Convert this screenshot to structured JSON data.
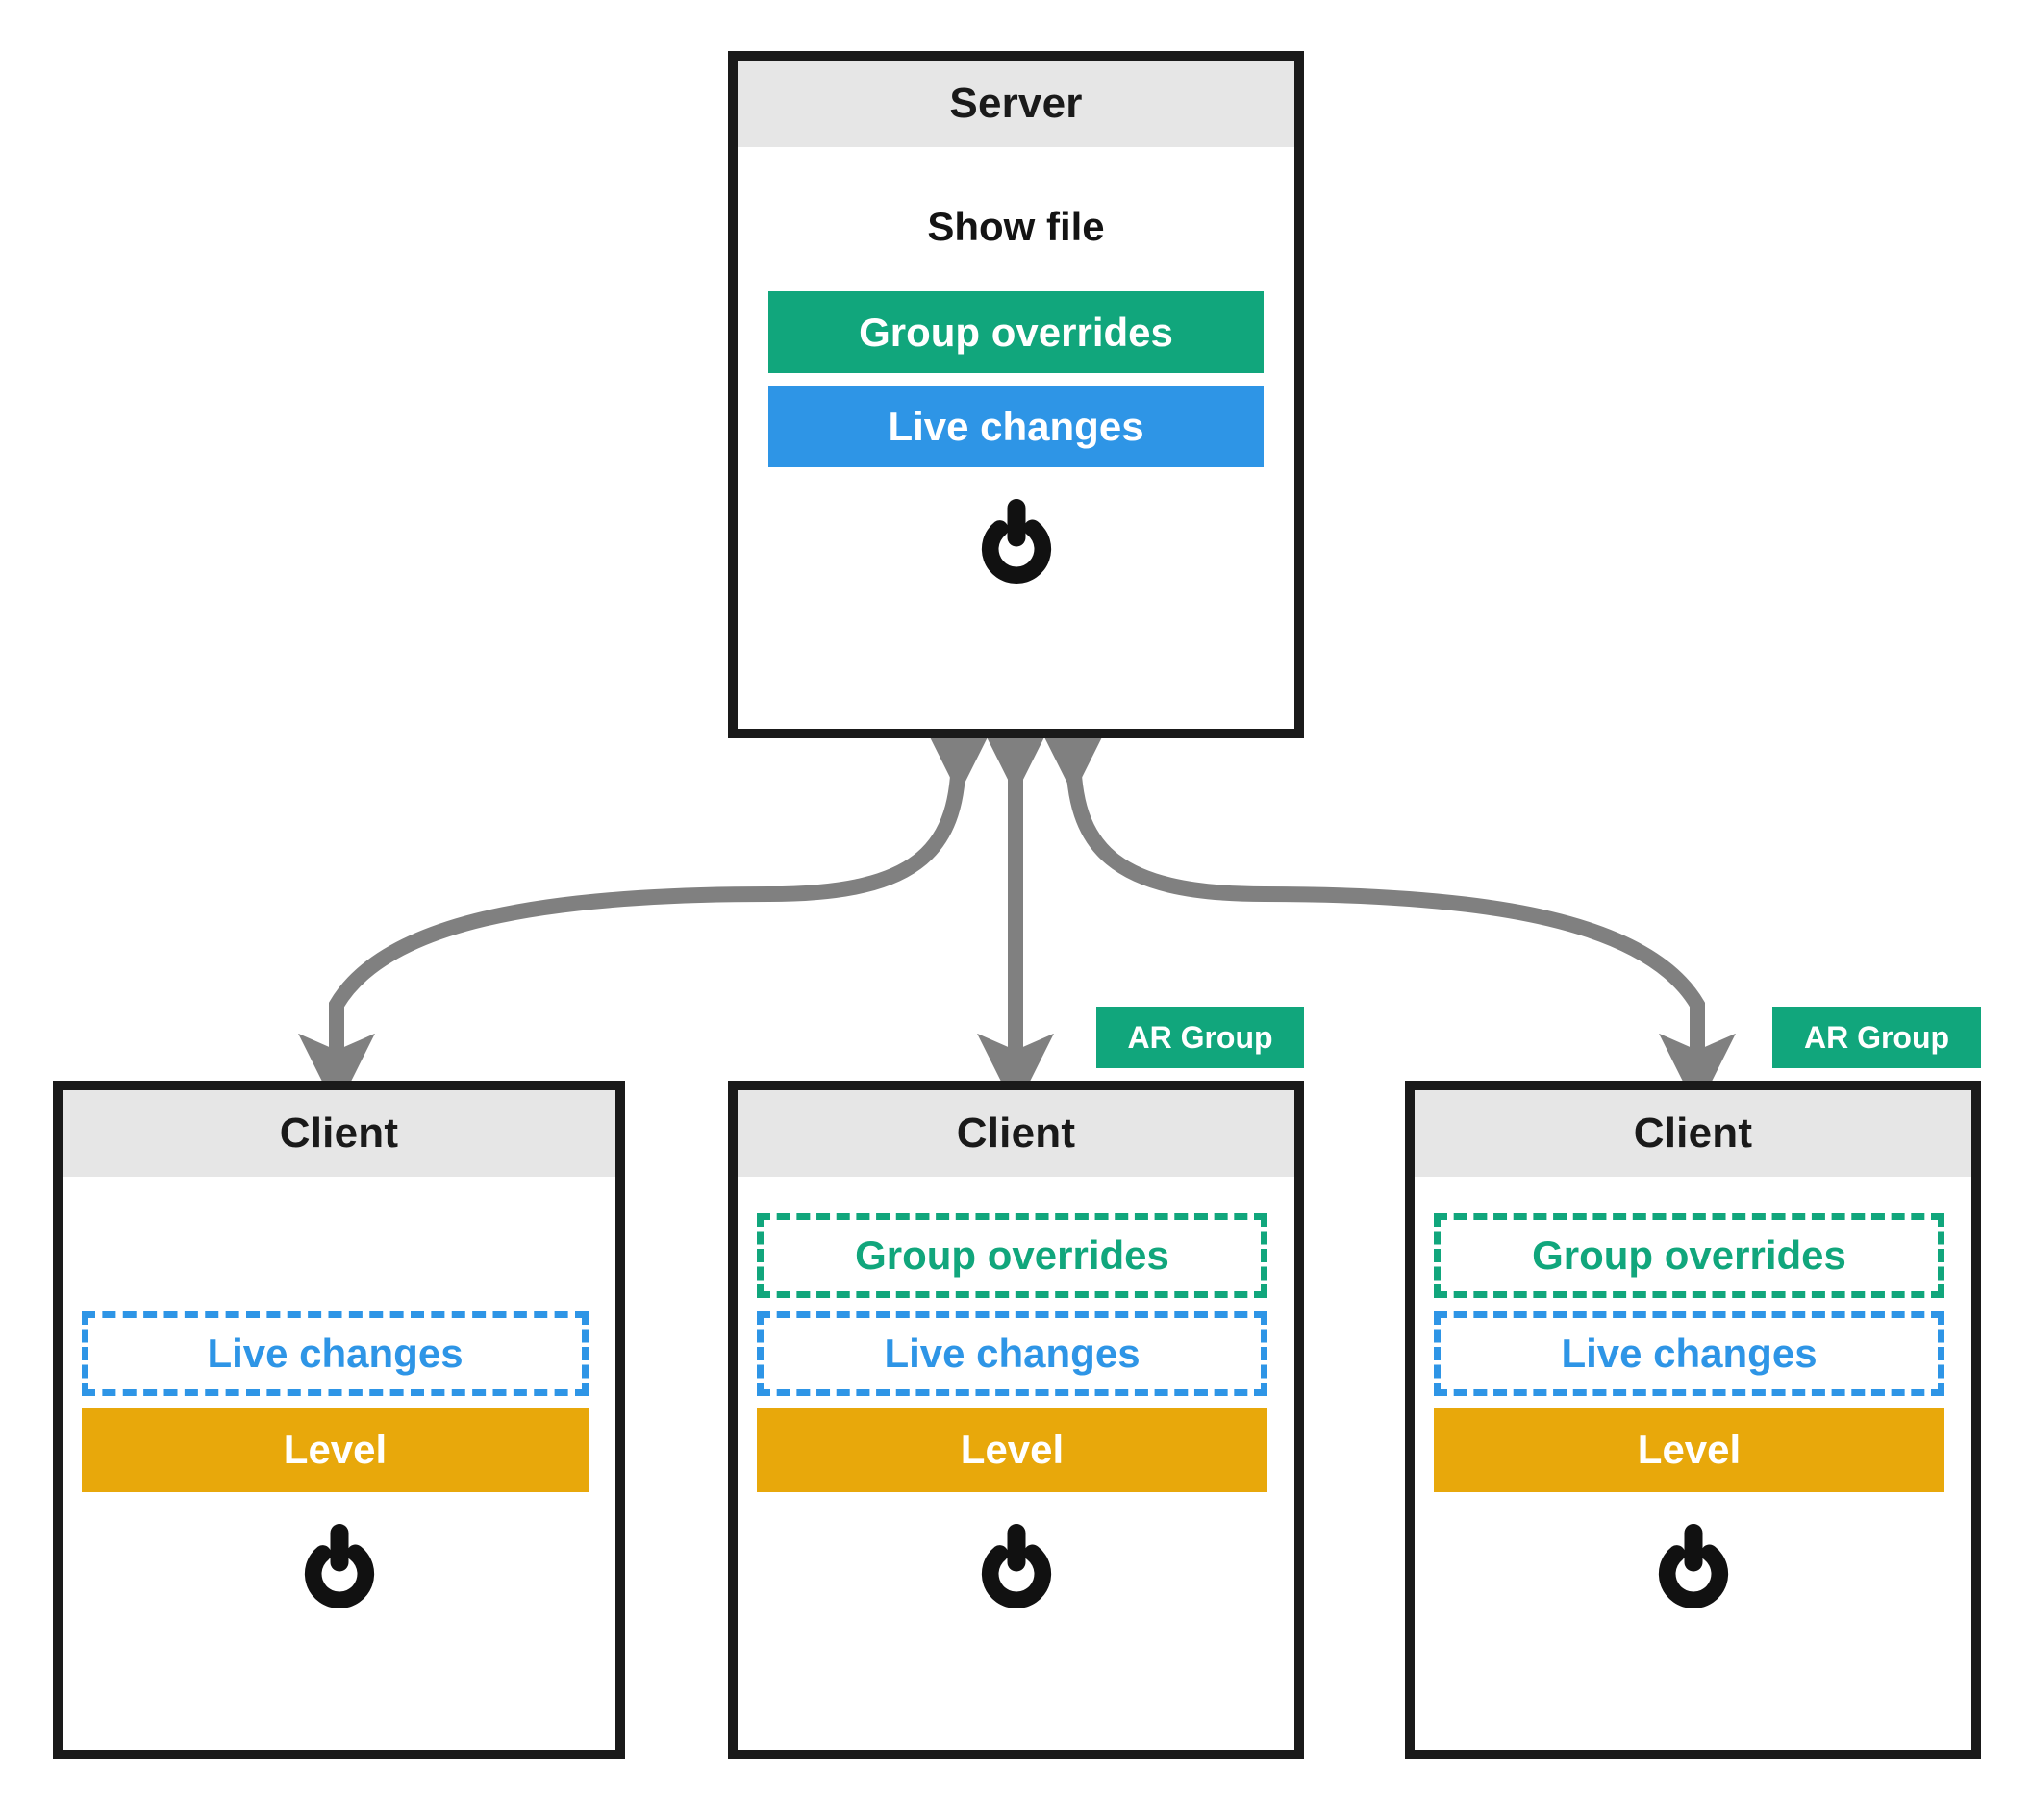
{
  "diagram": {
    "title_server": "Server",
    "title_client": "Client",
    "colors": {
      "group_overrides": "#11a67c",
      "live_changes": "#2e95e6",
      "level": "#e8a80b",
      "header_band": "#e6e6e6",
      "box_border": "#1a1a1a",
      "connector": "#808080"
    }
  },
  "server": {
    "title": "Server",
    "rows": [
      {
        "label": "Show file",
        "style": "plain"
      },
      {
        "label": "Group overrides",
        "style": "solid-green"
      },
      {
        "label": "Live changes",
        "style": "solid-blue"
      }
    ],
    "power_icon": "power-icon"
  },
  "clients": [
    {
      "title": "Client",
      "badge": null,
      "rows": [
        {
          "label": "",
          "style": "empty"
        },
        {
          "label": "Live changes",
          "style": "dashed-blue"
        },
        {
          "label": "Level",
          "style": "solid-orange"
        }
      ],
      "power_icon": "power-icon"
    },
    {
      "title": "Client",
      "badge": "AR Group",
      "rows": [
        {
          "label": "Group overrides",
          "style": "dashed-green"
        },
        {
          "label": "Live changes",
          "style": "dashed-blue"
        },
        {
          "label": "Level",
          "style": "solid-orange"
        }
      ],
      "power_icon": "power-icon"
    },
    {
      "title": "Client",
      "badge": "AR Group",
      "rows": [
        {
          "label": "Group overrides",
          "style": "dashed-green"
        },
        {
          "label": "Live changes",
          "style": "dashed-blue"
        },
        {
          "label": "Level",
          "style": "solid-orange"
        }
      ],
      "power_icon": "power-icon"
    }
  ],
  "connectors": [
    {
      "name": "server-to-client-left",
      "type": "double-arrow-curve"
    },
    {
      "name": "server-to-client-middle",
      "type": "double-arrow-straight"
    },
    {
      "name": "server-to-client-right",
      "type": "double-arrow-curve"
    }
  ]
}
